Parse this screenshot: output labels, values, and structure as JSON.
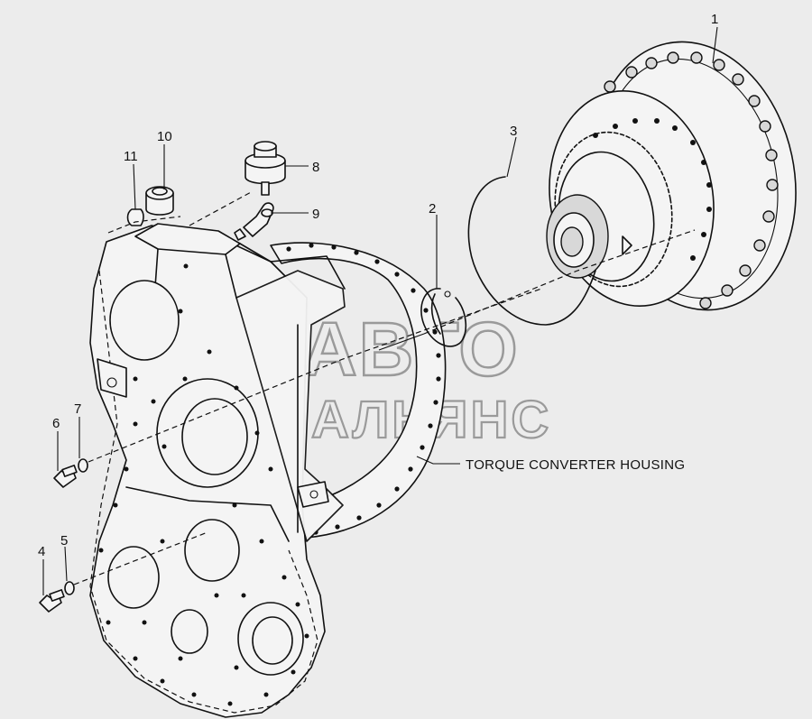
{
  "diagram": {
    "callouts": [
      "1",
      "2",
      "3",
      "4",
      "5",
      "6",
      "7",
      "8",
      "9",
      "10",
      "11"
    ],
    "housing_label": "TORQUE CONVERTER HOUSING"
  },
  "watermark": {
    "line1": "АВТО",
    "line2": "АЛЬЯНС"
  },
  "colors": {
    "background": "#ececec",
    "ink": "#111111",
    "watermark": "#9a9a9a"
  }
}
